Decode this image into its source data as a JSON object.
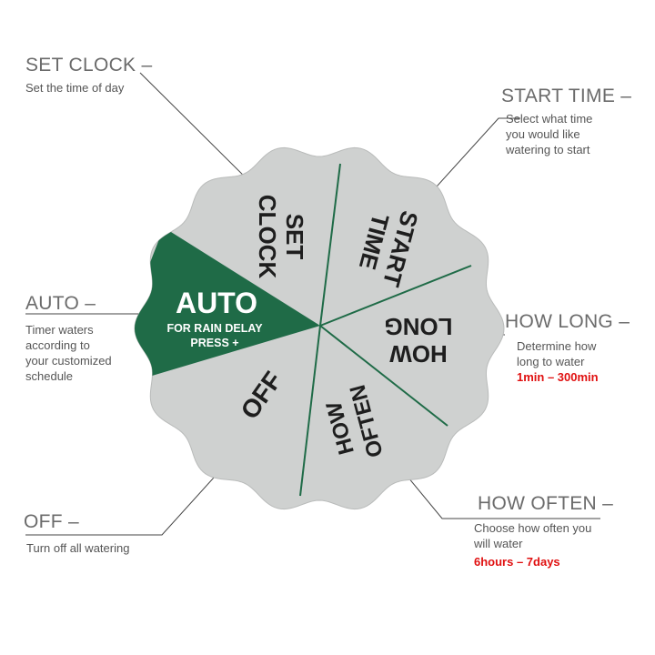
{
  "dial": {
    "colors": {
      "body": "#cfd1d0",
      "auto_sector": "#1f6b47",
      "divider": "#1f6b47",
      "text": "#1e1e1e"
    },
    "labels": {
      "set_clock": [
        "SET",
        "CLOCK"
      ],
      "start_time": [
        "START",
        "TIME"
      ],
      "how_long": [
        "HOW",
        "LONG"
      ],
      "how_often": [
        "HOW",
        "OFTEN"
      ],
      "off": "OFF",
      "auto": "AUTO",
      "auto_sub1": "FOR RAIN DELAY",
      "auto_sub2": "PRESS +"
    }
  },
  "callouts": {
    "set_clock": {
      "title": "SET CLOCK –",
      "desc": [
        "Set the time of day"
      ]
    },
    "start_time": {
      "title": "START TIME –",
      "desc": [
        "Select what time",
        "you would like",
        "watering to start"
      ]
    },
    "auto": {
      "title": "AUTO –",
      "desc": [
        "Timer waters",
        "according to",
        "your customized",
        "schedule"
      ]
    },
    "how_long": {
      "title": "HOW LONG –",
      "desc": [
        "Determine how",
        "long to water"
      ],
      "range": "1min – 300min"
    },
    "how_often": {
      "title": "HOW OFTEN –",
      "desc": [
        "Choose how often you",
        "will water"
      ],
      "range": "6hours – 7days"
    },
    "off": {
      "title": "OFF –",
      "desc": [
        "Turn off all watering"
      ]
    }
  }
}
